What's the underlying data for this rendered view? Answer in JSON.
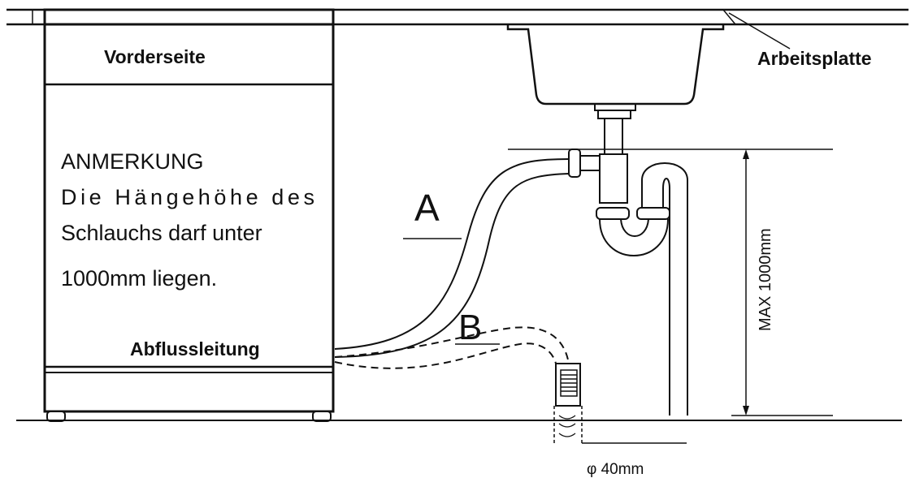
{
  "labels": {
    "front": "Vorderseite",
    "countertop": "Arbeitsplatte",
    "drain_line": "Abflussleitung",
    "hose_a": "A",
    "hose_b": "B",
    "max_height": "MAX 1000mm",
    "pipe_diameter": "φ 40mm"
  },
  "note": {
    "heading": "ANMERKUNG",
    "line1": "Die Hängehöhe des",
    "line2": "Schlauchs darf unter",
    "line3": "1000mm liegen."
  }
}
